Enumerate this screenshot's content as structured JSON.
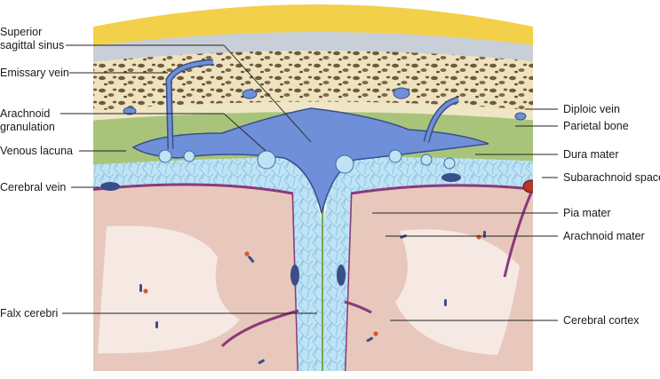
{
  "labels_left": [
    {
      "id": "superior-sagittal-sinus",
      "lines": [
        "Superior",
        "sagittal sinus"
      ]
    },
    {
      "id": "emissary-vein",
      "lines": [
        "Emissary vein"
      ]
    },
    {
      "id": "arachnoid-granulation",
      "lines": [
        "Arachnoid",
        "granulation"
      ]
    },
    {
      "id": "venous-lacuna",
      "lines": [
        "Venous lacuna"
      ]
    },
    {
      "id": "cerebral-vein",
      "lines": [
        "Cerebral vein"
      ]
    },
    {
      "id": "falx-cerebri",
      "lines": [
        "Falx cerebri"
      ]
    }
  ],
  "labels_right": [
    {
      "id": "diploic-vein",
      "lines": [
        "Diploic vein"
      ]
    },
    {
      "id": "parietal-bone",
      "lines": [
        "Parietal bone"
      ]
    },
    {
      "id": "dura-mater",
      "lines": [
        "Dura mater"
      ]
    },
    {
      "id": "subarachnoid-space",
      "lines": [
        "Subarachnoid space"
      ]
    },
    {
      "id": "pia-mater",
      "lines": [
        "Pia mater"
      ]
    },
    {
      "id": "arachnoid-mater",
      "lines": [
        "Arachnoid mater"
      ]
    },
    {
      "id": "cerebral-cortex",
      "lines": [
        "Cerebral cortex"
      ]
    }
  ],
  "colors": {
    "scalp": "#f3d04a",
    "bone": "#efe6c6",
    "dura": "#7aa84e",
    "venous": "#6f8fd8",
    "csf": "#bfe3f5",
    "pia": "#8a3a7a",
    "cortex": "#e8c8bd",
    "white_matter": "#f6e9e4"
  }
}
